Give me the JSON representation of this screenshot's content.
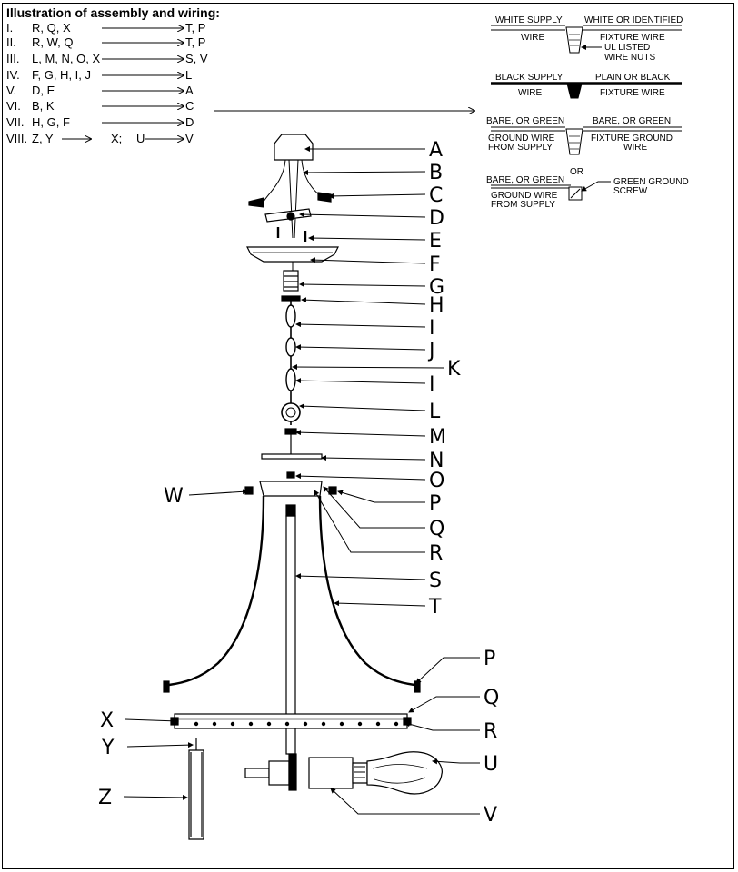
{
  "title": "Illustration of assembly and wiring:",
  "steps": [
    {
      "num": "I.",
      "parts": "R, Q, X",
      "result": "T, P"
    },
    {
      "num": "II.",
      "parts": "R, W, Q",
      "result": "T, P"
    },
    {
      "num": "III.",
      "parts": "L, M, N, O, X",
      "result": "S, V"
    },
    {
      "num": "IV.",
      "parts": "F, G, H, I, J",
      "result": "L"
    },
    {
      "num": "V.",
      "parts": "D, E",
      "result": "A"
    },
    {
      "num": "VI.",
      "parts": "B, K",
      "result": "C"
    },
    {
      "num": "VII.",
      "parts": "H, G, F",
      "result": "D"
    },
    {
      "num": "VIII.",
      "parts": "Z, Y",
      "mid1": "X;",
      "mid2": "U",
      "result": "V"
    }
  ],
  "wiring": {
    "white_supply": "WHITE SUPPLY",
    "white_or_identified": "WHITE OR IDENTIFIED",
    "wire": "WIRE",
    "fixture_wire": "FIXTURE WIRE",
    "ul_listed": "UL LISTED",
    "wire_nuts": "WIRE NUTS",
    "black_supply": "BLACK SUPPLY",
    "plain_or_black": "PLAIN OR BLACK",
    "bare_or_green": "BARE, OR GREEN",
    "ground_wire": "GROUND WIRE",
    "from_supply": "FROM SUPPLY",
    "fixture_ground": "FIXTURE GROUND",
    "or": "OR",
    "green_ground": "GREEN GROUND",
    "screw": "SCREW"
  },
  "labels": {
    "A": "A",
    "B": "B",
    "C": "C",
    "D": "D",
    "E": "E",
    "F": "F",
    "G": "G",
    "H": "H",
    "I": "I",
    "J": "J",
    "K": "K",
    "L": "L",
    "M": "M",
    "N": "N",
    "O": "O",
    "P": "P",
    "Q": "Q",
    "R": "R",
    "S": "S",
    "T": "T",
    "U": "U",
    "V": "V",
    "W": "W",
    "X": "X",
    "Y": "Y",
    "Z": "Z"
  }
}
